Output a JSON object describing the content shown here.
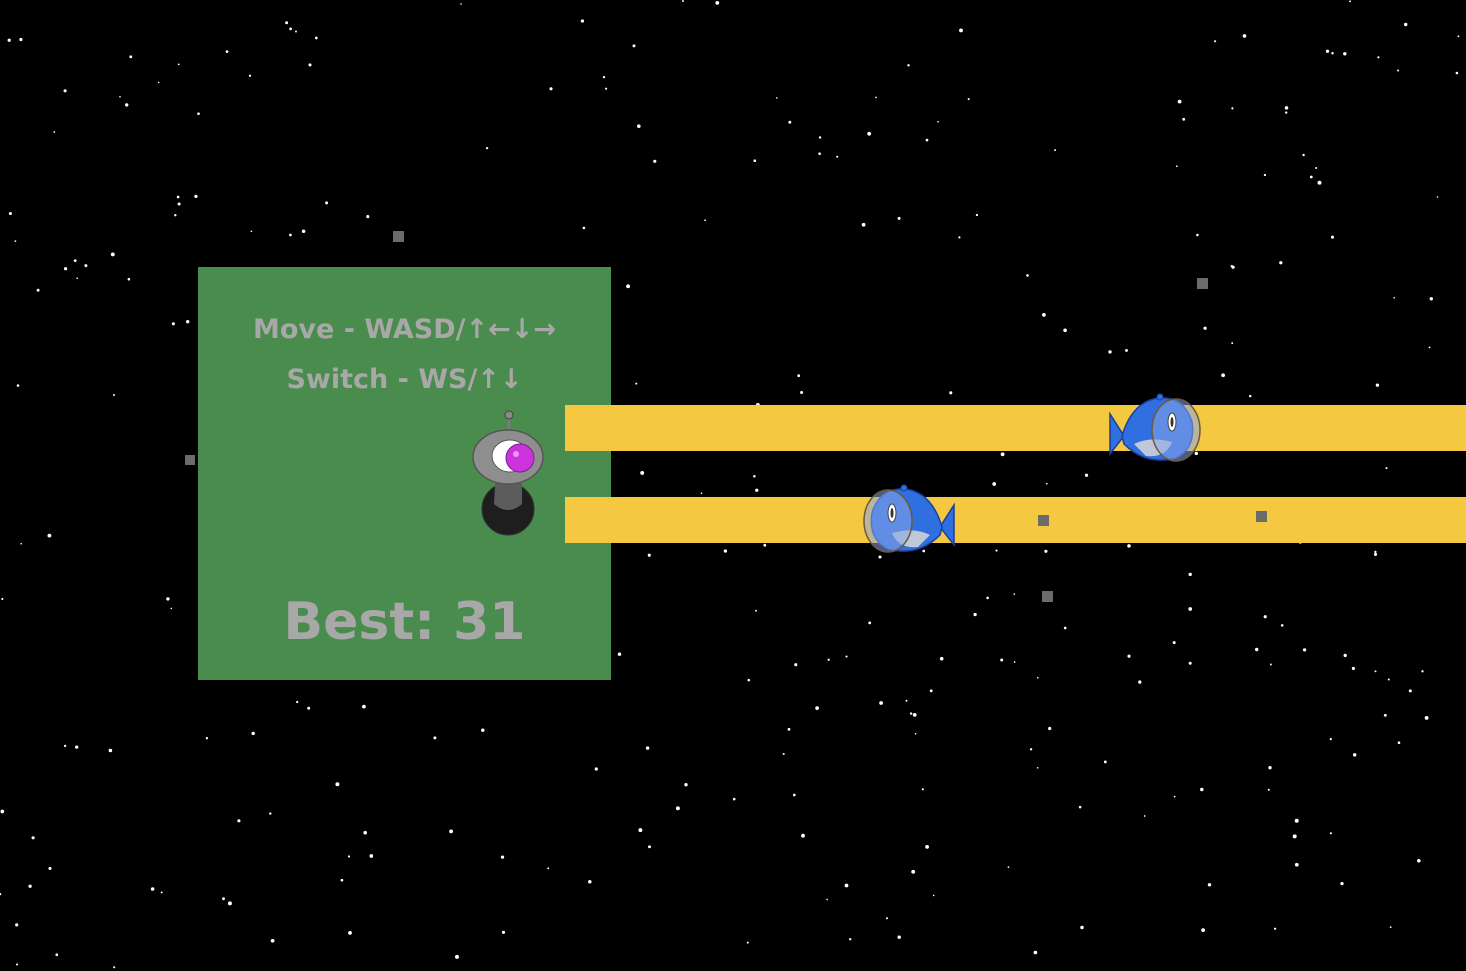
{
  "game": {
    "controls": {
      "move": "Move - WASD/↑←↓→",
      "switch": "Switch - WS/↑↓"
    },
    "best_label": "Best: 31"
  },
  "colors": {
    "background": "#000000",
    "panel": "#4a8b4e",
    "panel_text": "#a8a8a8",
    "lane": "#f5c842",
    "robot_eye": "#cc33dd",
    "fish": "#2f6fe0",
    "debris": "#6b6b6b"
  },
  "icons": {
    "player": "robot-icon",
    "enemy": "fish-icon"
  }
}
